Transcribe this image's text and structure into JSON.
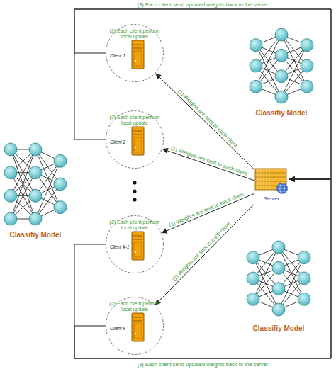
{
  "diagram": {
    "nodes": [
      {
        "text": [
          "(2) Each client perform local update",
          "Client 1"
        ]
      },
      {
        "text": [
          "(2) Each client perform local update",
          "Client 2"
        ]
      },
      {
        "text": [
          "(2) Each client perform local update",
          "Client k-1"
        ]
      },
      {
        "text": [
          "(2) Each client perform local update",
          "Client k"
        ]
      },
      {
        "text": [
          "Server"
        ]
      }
    ],
    "edges": [
      {
        "from": 4,
        "to": 0,
        "arrow": "to",
        "label": "(1) Weights are sent to each client"
      },
      {
        "from": 4,
        "to": 1,
        "arrow": "to",
        "label": "(1) Weights are sent to each client"
      },
      {
        "from": 4,
        "to": 2,
        "arrow": "to",
        "label": "(1) Weights are sent to each client"
      },
      {
        "from": 4,
        "to": 3,
        "arrow": "to",
        "label": "(1) Weights are sent to each client"
      },
      {
        "from": 0,
        "to": 4,
        "arrow": "to",
        "label": "(3) Each client send updated weights back to the server"
      },
      {
        "from": 1,
        "to": 4,
        "arrow": "to"
      },
      {
        "from": 2,
        "to": 4,
        "arrow": "to"
      },
      {
        "from": 3,
        "to": 4,
        "arrow": "to",
        "label": "(3) Each client send updated weights back to the server"
      }
    ],
    "labels": [
      "Classifiy Model",
      "Classifiy Model",
      "Classifiy Model"
    ]
  }
}
